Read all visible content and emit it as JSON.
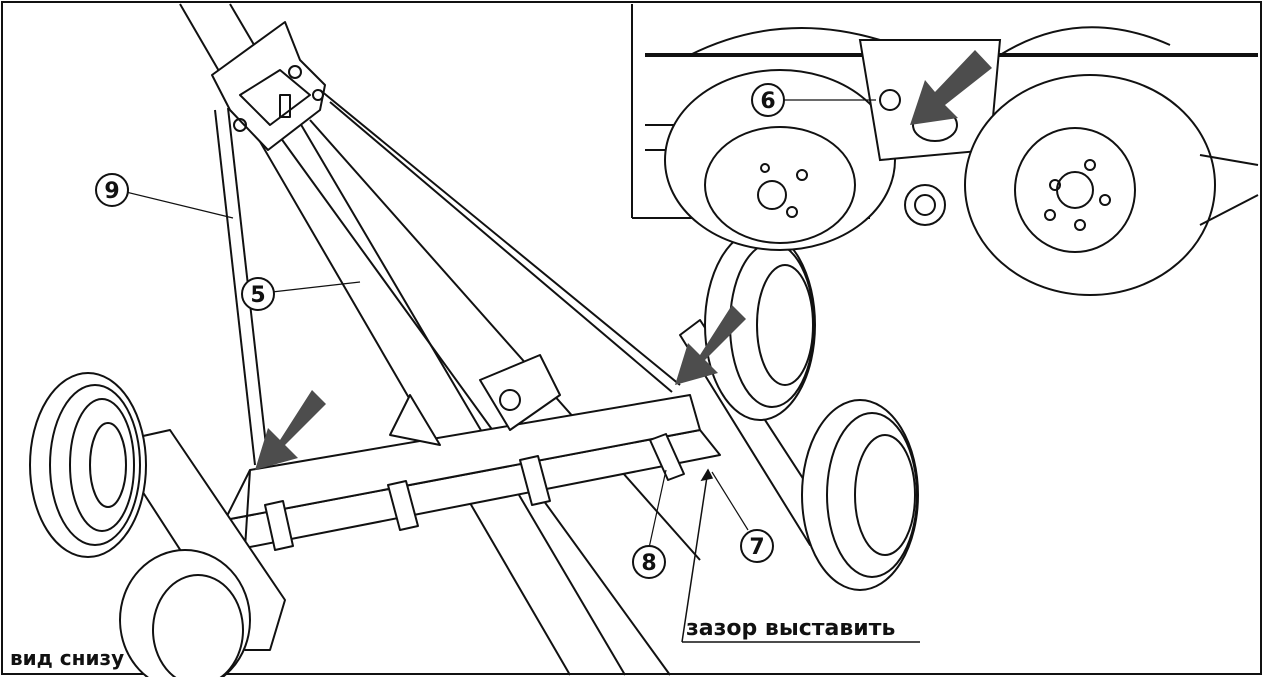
{
  "callouts": {
    "c5": "5",
    "c6": "6",
    "c7": "7",
    "c8": "8",
    "c9": "9"
  },
  "captions": {
    "bottom_view": "вид снизу",
    "set_gap": "зазор выставить"
  },
  "colors": {
    "line": "#111111",
    "arrow": "#4d4d4d",
    "background": "#ffffff"
  }
}
